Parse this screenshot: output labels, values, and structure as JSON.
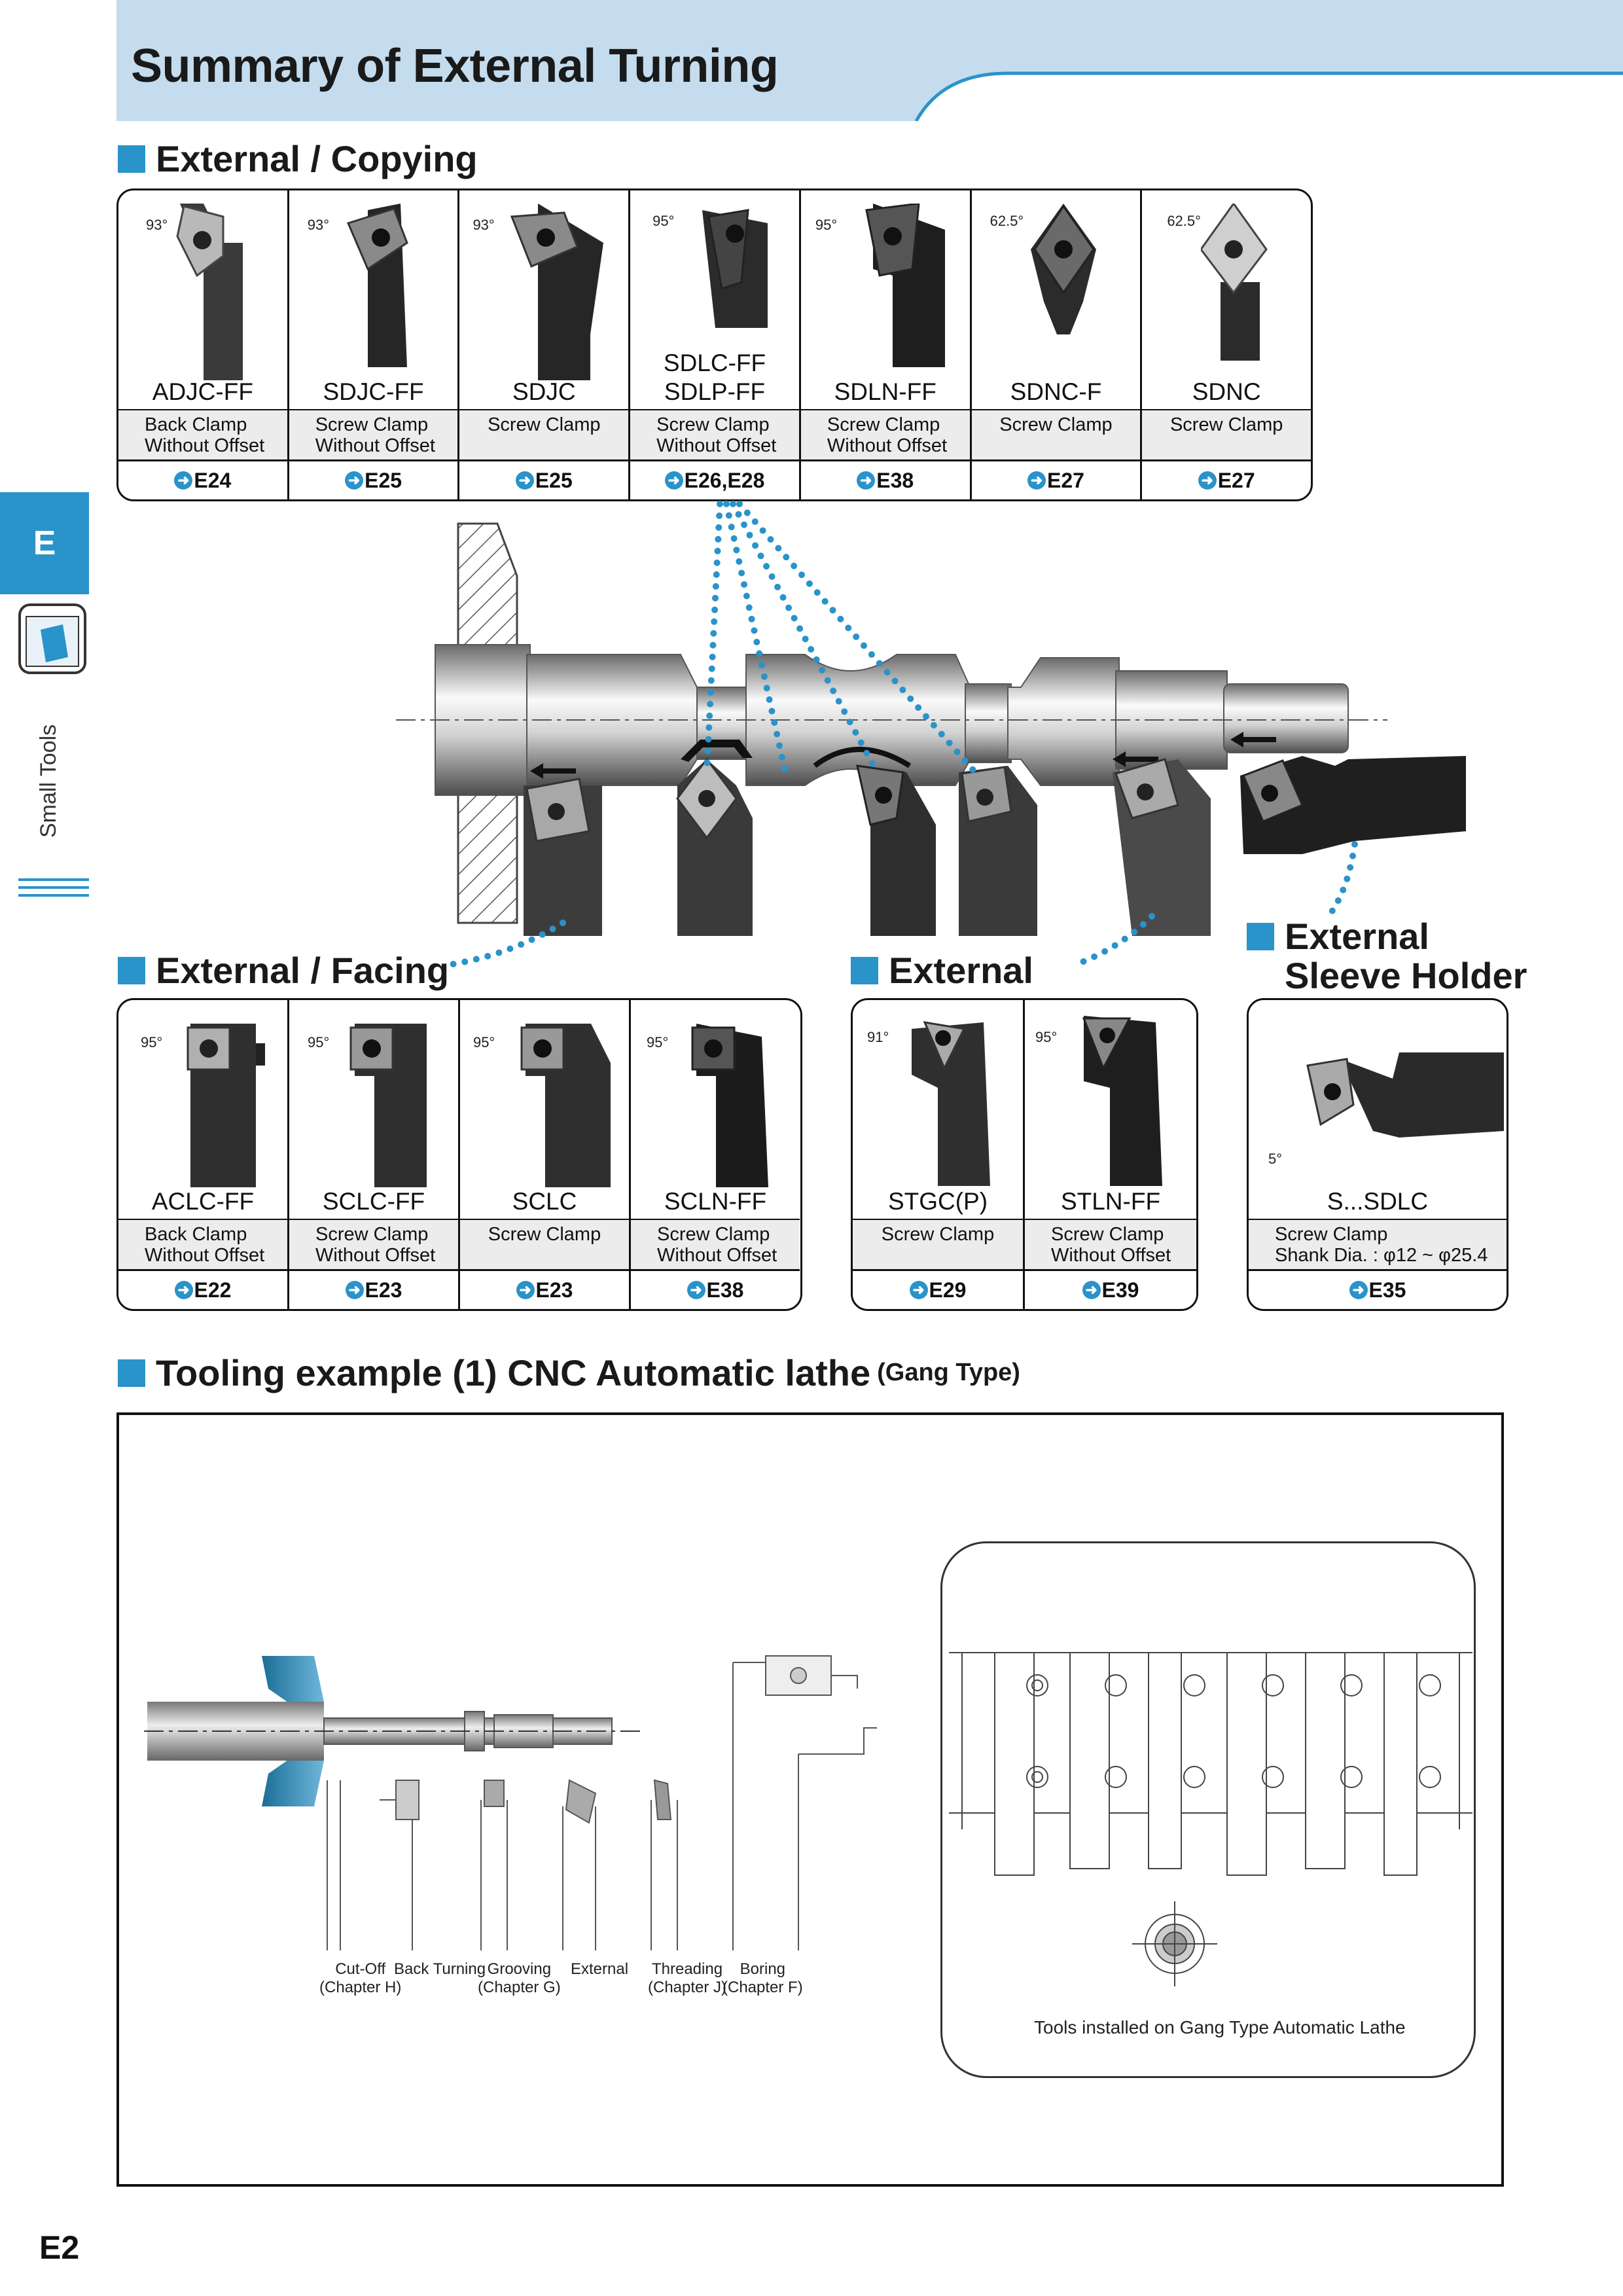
{
  "header": {
    "title": "Summary of External Turning",
    "band_color": "#c4dced",
    "accent_color": "#2a93c9"
  },
  "side": {
    "tab": "E",
    "label": "Small Tools"
  },
  "sections": {
    "copying": "External / Copying",
    "facing": "External / Facing",
    "external": "External",
    "sleeve_1": "External",
    "sleeve_2": "Sleeve Holder",
    "tooling_main": "Tooling example (1) CNC Automatic lathe",
    "tooling_sub": "(Gang Type)"
  },
  "copying": [
    {
      "angle": "93°",
      "model": "ADJC-FF",
      "model2": "",
      "desc1": "Back Clamp",
      "desc2": "Without Offset",
      "ref": "E24"
    },
    {
      "angle": "93°",
      "model": "SDJC-FF",
      "model2": "",
      "desc1": "Screw Clamp",
      "desc2": "Without Offset",
      "ref": "E25"
    },
    {
      "angle": "93°",
      "model": "SDJC",
      "model2": "",
      "desc1": "Screw Clamp",
      "desc2": "",
      "ref": "E25"
    },
    {
      "angle": "95°",
      "model": "SDLC-FF",
      "model2": "SDLP-FF",
      "desc1": "Screw Clamp",
      "desc2": "Without Offset",
      "ref": "E26,E28"
    },
    {
      "angle": "95°",
      "model": "SDLN-FF",
      "model2": "",
      "desc1": "Screw Clamp",
      "desc2": "Without Offset",
      "ref": "E38"
    },
    {
      "angle": "62.5°",
      "model": "SDNC-F",
      "model2": "",
      "desc1": "Screw Clamp",
      "desc2": "",
      "ref": "E27"
    },
    {
      "angle": "62.5°",
      "model": "SDNC",
      "model2": "",
      "desc1": "Screw Clamp",
      "desc2": "",
      "ref": "E27"
    }
  ],
  "facing": [
    {
      "angle": "95°",
      "model": "ACLC-FF",
      "desc1": "Back Clamp",
      "desc2": "Without Offset",
      "ref": "E22"
    },
    {
      "angle": "95°",
      "model": "SCLC-FF",
      "desc1": "Screw Clamp",
      "desc2": "Without Offset",
      "ref": "E23"
    },
    {
      "angle": "95°",
      "model": "SCLC",
      "desc1": "Screw Clamp",
      "desc2": "",
      "ref": "E23"
    },
    {
      "angle": "95°",
      "model": "SCLN-FF",
      "desc1": "Screw Clamp",
      "desc2": "Without Offset",
      "ref": "E38"
    }
  ],
  "external": [
    {
      "angle": "91°",
      "model": "STGC(P)",
      "desc1": "Screw Clamp",
      "desc2": "",
      "ref": "E29"
    },
    {
      "angle": "95°",
      "model": "STLN-FF",
      "desc1": "Screw Clamp",
      "desc2": "Without Offset",
      "ref": "E39"
    }
  ],
  "sleeve": {
    "angle": "5°",
    "model": "S...SDLC",
    "desc1": "Screw Clamp",
    "desc2": "Shank Dia. : φ12 ~ φ25.4",
    "ref": "E35"
  },
  "tooling": {
    "labels": [
      {
        "l1": "Cut-Off",
        "l2": "(Chapter H)"
      },
      {
        "l1": "Back Turning",
        "l2": ""
      },
      {
        "l1": "Grooving",
        "l2": "(Chapter G)"
      },
      {
        "l1": "External",
        "l2": ""
      },
      {
        "l1": "Threading",
        "l2": "(Chapter J)"
      },
      {
        "l1": "Boring",
        "l2": "(Chapter F)"
      }
    ],
    "gang_caption": "Tools installed on Gang Type Automatic Lathe"
  },
  "page_number": "E2"
}
